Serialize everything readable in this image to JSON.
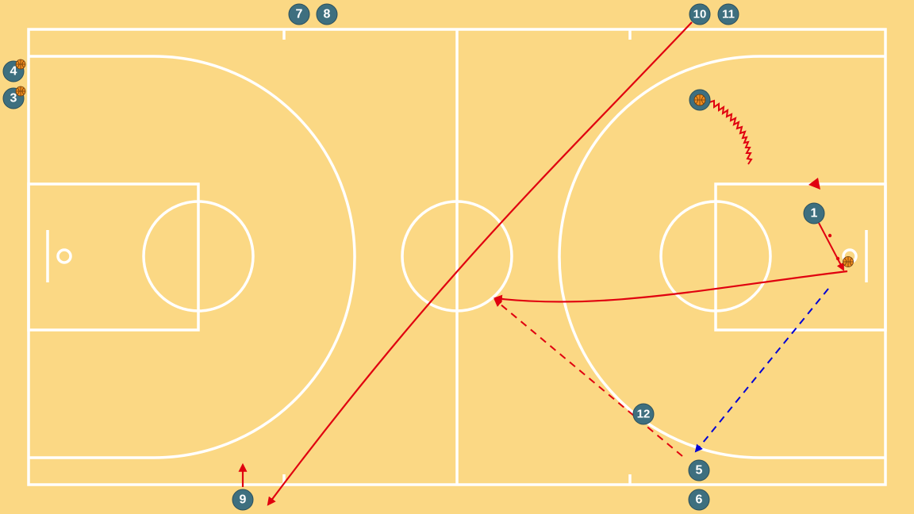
{
  "players": [
    {
      "id": "p1",
      "label": "1",
      "has_ball": false
    },
    {
      "id": "p2",
      "label": "",
      "has_ball": true
    },
    {
      "id": "p3",
      "label": "3",
      "has_ball": true
    },
    {
      "id": "p4",
      "label": "4",
      "has_ball": true
    },
    {
      "id": "p5",
      "label": "5",
      "has_ball": false
    },
    {
      "id": "p6",
      "label": "6",
      "has_ball": false
    },
    {
      "id": "p7",
      "label": "7",
      "has_ball": false
    },
    {
      "id": "p8",
      "label": "8",
      "has_ball": false
    },
    {
      "id": "p9",
      "label": "9",
      "has_ball": false
    },
    {
      "id": "p10",
      "label": "10",
      "has_ball": false
    },
    {
      "id": "p11",
      "label": "11",
      "has_ball": false
    },
    {
      "id": "p12",
      "label": "12",
      "has_ball": false
    }
  ],
  "actions": [
    {
      "type": "dribble",
      "from": "p2",
      "to": "lane-corner"
    },
    {
      "type": "cut",
      "from": "p1",
      "to": "basket"
    },
    {
      "type": "pass",
      "from": "basket",
      "to": "center-circle"
    },
    {
      "type": "handoff",
      "from": "basket",
      "to": "p5"
    },
    {
      "type": "cut",
      "from": "p5",
      "to": "center-circle"
    },
    {
      "type": "pass",
      "from": "p10",
      "to": "p9"
    },
    {
      "type": "cut",
      "from": "p9",
      "to": "sideline"
    }
  ],
  "colors": {
    "court": "#fbd884",
    "lines": "#ffffff",
    "player": "#3e6f7f",
    "action_red": "#e0000f",
    "action_blue": "#0000d4",
    "ball": "#f08c1e"
  }
}
